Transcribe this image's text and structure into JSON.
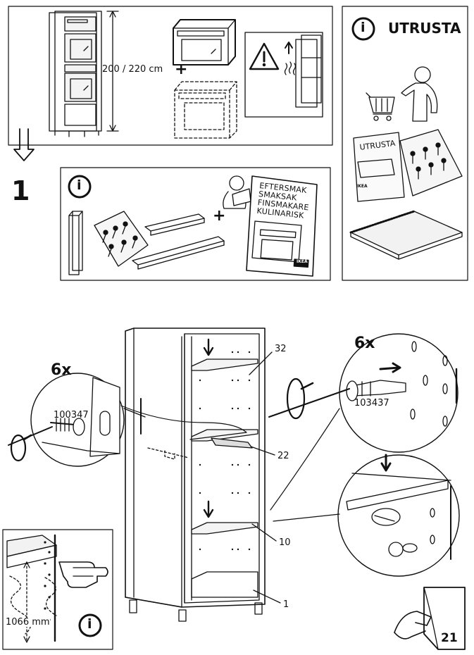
{
  "top_panel": {
    "dimension_label": "200 / 220 cm",
    "plus_sign": "+"
  },
  "equipment_panel": {
    "title": "UTRUSTA",
    "info_glyph": "i",
    "booklet_title": "UTRUSTA",
    "booklet_brand": "IKEA"
  },
  "step": {
    "number": "1",
    "info_glyph": "i",
    "plus_sign": "+",
    "booklet_lines": [
      "EFTERSMAK",
      "SMAKSAK",
      "FINSMAKARE",
      "KULINARISK"
    ],
    "booklet_brand": "IKEA"
  },
  "assembly": {
    "left_detail": {
      "count": "6x",
      "part_number": "100347"
    },
    "right_detail": {
      "count": "6x",
      "part_number": "103437"
    },
    "callouts": [
      "32",
      "22",
      "10",
      "1"
    ]
  },
  "corner_detail": {
    "measurement": "1066 mm",
    "info_glyph": "i"
  },
  "footer": {
    "page_number": "21"
  }
}
